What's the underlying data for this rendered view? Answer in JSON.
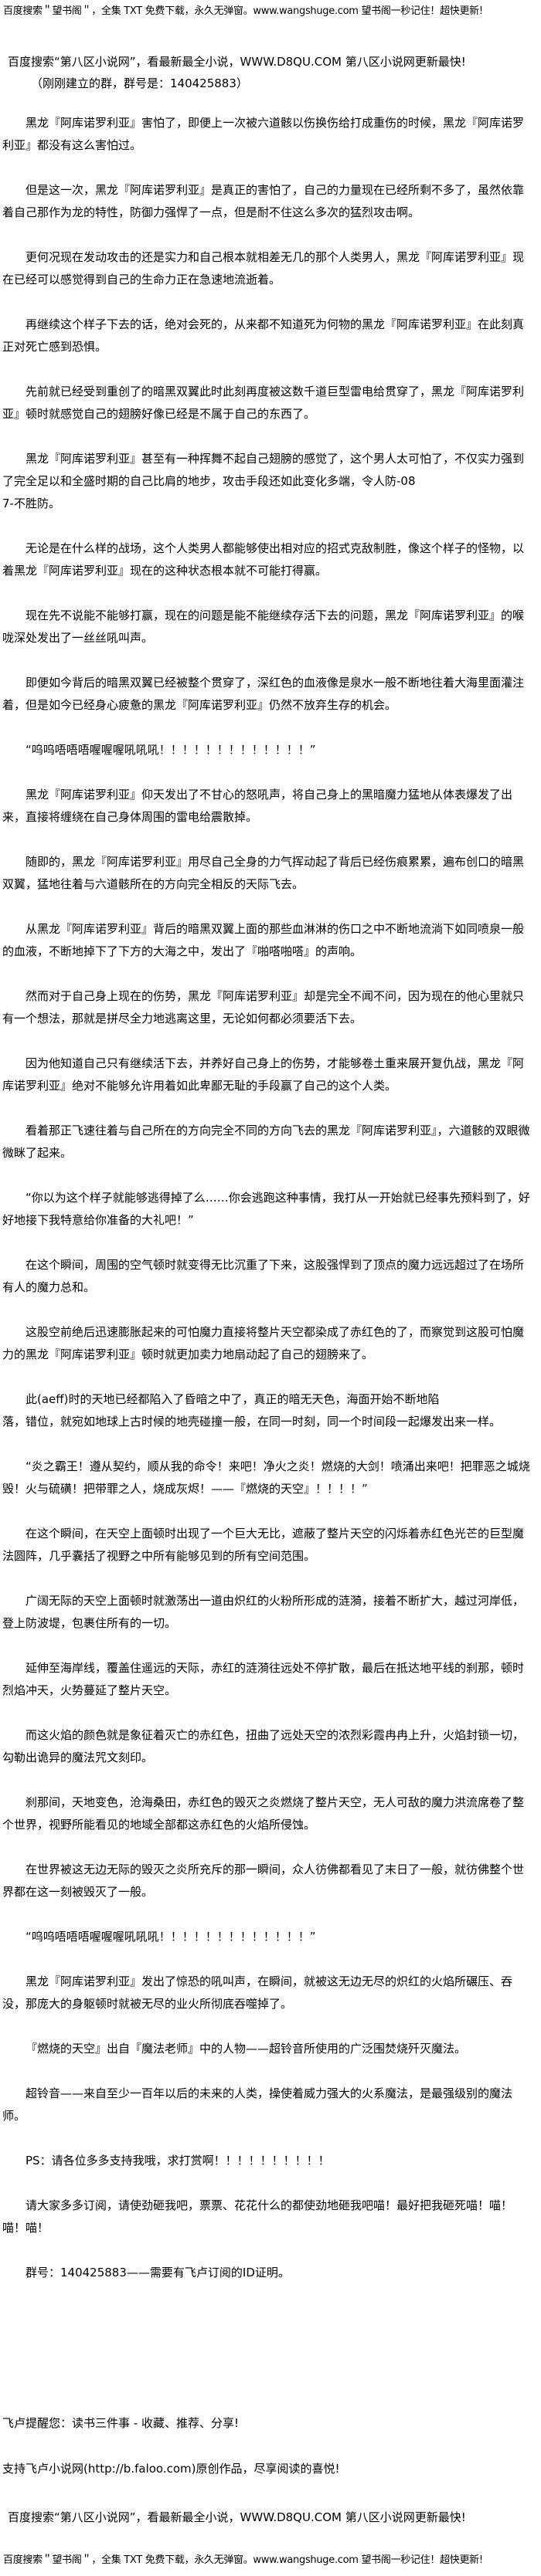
{
  "header": {
    "banner": "百度搜索＂望书阁＂，全集 TXT 免费下载，永久无弹窗。www.wangshuge.com 望书阁一秒记住！超快更新!",
    "ad": "百度搜索“第八区小说网”，看最新最全小说，WWW.D8QU.COM   第八区小说网更新最快!",
    "group": "（刚刚建立的群，群号是：140425883）"
  },
  "paragraphs": [
    "黑龙『阿库诺罗利亚』害怕了，即便上一次被六道骸以伤换伤给打成重伤的时候，黑龙『阿库诺罗利亚』都没有这么害怕过。",
    "但是这一次，黑龙『阿库诺罗利亚』是真正的害怕了，自己的力量现在已经所剩不多了，虽然依靠着自己那作为龙的特性，防御力强悍了一点，但是耐不住这么多次的猛烈攻击啊。",
    "更何况现在发动攻击的还是实力和自己根本就相差无几的那个人类男人，黑龙『阿库诺罗利亚』现在已经可以感觉得到自己的生命力正在急速地流逝着。",
    "再继续这个样子下去的话，绝对会死的，从来都不知道死为何物的黑龙『阿库诺罗利亚』在此刻真正对死亡感到恐惧。",
    "先前就已经受到重创了的暗黑双翼此时此刻再度被这数千道巨型雷电给贯穿了，黑龙『阿库诺罗利亚』顿时就感觉自己的翅膀好像已经是不属于自己的东西了。",
    "黑龙『阿库诺罗利亚』甚至有一种挥舞不起自己翅膀的感觉了，这个男人太可怕了，不仅实力强到了完全足以和全盛时期的自己比肩的地步，攻击手段还如此变化多端，令人防-08\n7-不胜防。",
    "无论是在什么样的战场，这个人类男人都能够使出相对应的招式克敌制胜，像这个样子的怪物，以着黑龙『阿库诺罗利亚』现在的这种状态根本就不可能打得赢。",
    "现在先不说能不能够打赢，现在的问题是能不能继续存活下去的问题，黑龙『阿库诺罗利亚』的喉咙深处发出了一丝丝吼叫声。",
    "即便如今背后的暗黑双翼已经被整个贯穿了，深红色的血液像是泉水一般不断地往着大海里面灌注着，但是如今已经身心疲惫的黑龙『阿库诺罗利亚』仍然不放弃生存的机会。",
    "“呜呜唔唔唔喔喔喔吼吼吼！！！！！！！！！！！！！”",
    "黑龙『阿库诺罗利亚』仰天发出了不甘心的怒吼声，将自己身上的黑暗魔力猛地从体表爆发了出来，直接将缠绕在自己身体周围的雷电给震散掉。",
    "随即的，黑龙『阿库诺罗利亚』用尽自己全身的力气挥动起了背后已经伤痕累累，遍布创口的暗黑双翼，猛地往着与六道骸所在的方向完全相反的天际飞去。",
    "从黑龙『阿库诺罗利亚』背后的暗黑双翼上面的那些血淋淋的伤口之中不断地流淌下如同喷泉一般的血液，不断地掉下了下方的大海之中，发出了『啪嗒啪嗒』的声响。",
    "然而对于自己身上现在的伤势，黑龙『阿库诺罗利亚』却是完全不闻不问，因为现在的他心里就只有一个想法，那就是拼尽全力地逃离这里，无论如何都必须要活下去。",
    "因为他知道自己只有继续活下去，并养好自己身上的伤势，才能够卷土重来展开复仇战，黑龙『阿库诺罗利亚』绝对不能够允许用着如此卑鄙无耻的手段赢了自己的这个人类。",
    "看着那正飞速往着与自己所在的方向完全不同的方向飞去的黑龙『阿库诺罗利亚』，六道骸的双眼微微眯了起来。",
    "“你以为这个样子就能够逃得掉了么……你会逃跑这种事情，我打从一开始就已经事先预料到了，好好地接下我特意给你准备的大礼吧！”",
    "在这个瞬间，周围的空气顿时就变得无比沉重了下来，这股强悍到了顶点的魔力远远超过了在场所有人的魔力总和。",
    "这股空前绝后迅速膨胀起来的可怕魔力直接将整片天空都染成了赤红色的了，而察觉到这股可怕魔力的黑龙『阿库诺罗利亚』顿时就更加卖力地扇动起了自己的翅膀来了。",
    "此(aeff)时的天地已经都陷入了昏暗之中了，真正的暗无天色，海面开始不断地陷\n落，错位，就宛如地球上古时候的地壳碰撞一般，在同一时刻，同一个时间段一起爆发出来一样。",
    "“炎之霸王！遵从契约，顺从我的命令！来吧！净火之炎！燃烧的大剑！喷涌出来吧！把罪恶之城烧毁！火与硫磺！把带罪之人，烧成灰烬！——『燃烧的天空』！！！！”",
    "在这个瞬间，在天空上面顿时出现了一个巨大无比，遮蔽了整片天空的闪烁着赤红色光芒的巨型魔法圆阵，几乎囊括了视野之中所有能够见到的所有空间范围。",
    "广阔无际的天空上面顿时就激荡出一道由炽红的火粉所形成的涟漪，接着不断扩大，越过河岸低，登上防波堤，包裹住所有的一切。",
    "延伸至海岸线，覆盖住遥远的天际，赤红的涟漪往远处不停扩散，最后在抵达地平线的刹那，顿时烈焰冲天，火势蔓延了整片天空。",
    "而这火焰的颜色就是象征着灭亡的赤红色，扭曲了远处天空的浓烈彩霞冉冉上升，火焰封锁一切，勾勒出诡异的魔法咒文刻印。",
    "刹那间，天地变色，沧海桑田，赤红色的毁灭之炎燃烧了整片天空，无人可敌的魔力洪流席卷了整个世界，视野所能看见的地域全部都这赤红色的火焰所侵蚀。",
    "在世界被这无边无际的毁灭之炎所充斥的那一瞬间，众人彷佛都看见了末日了一般，就彷佛整个世界都在这一刻被毁灭了一般。",
    "“呜呜唔唔唔喔喔喔吼吼吼！！！！！！！！！！！！！”",
    "黑龙『阿库诺罗利亚』发出了惊恐的吼叫声，在瞬间，就被这无边无尽的炽红的火焰所碾压、吞没，那庞大的身躯顿时就被无尽的业火所彻底吞噬掉了。",
    "『燃烧的天空』出自『魔法老师』中的人物——超铃音所使用的广泛围焚烧歼灭魔法。",
    "超铃音——来自至少一百年以后的未来的人类，操使着威力强大的火系魔法，是最强级别的魔法师。",
    "PS：请各位多多支持我哦，求打赏啊！！！！！！！！！！",
    "请大家多多订阅，请使劲砸我吧，票票、花花什么的都使劲地砸我吧喵！最好把我砸死喵！喵！喵！喵！",
    "群号：140425883——需要有飞卢订阅的ID证明。"
  ],
  "footer": {
    "reminder": "飞卢提醒您：读书三件事 - 收藏、推荐、分享!",
    "support": "支持飞卢小说网(http://b.faloo.com)原创作品，尽享阅读的喜悦!",
    "ad": "百度搜索“第八区小说网”，看最新最全小说，WWW.D8QU.COM   第八区小说网更新最快!",
    "banner": "百度搜索＂望书阁＂，全集 TXT 免费下载，永久无弹窗。www.wangshuge.com 望书阁一秒记住！超快更新!"
  }
}
